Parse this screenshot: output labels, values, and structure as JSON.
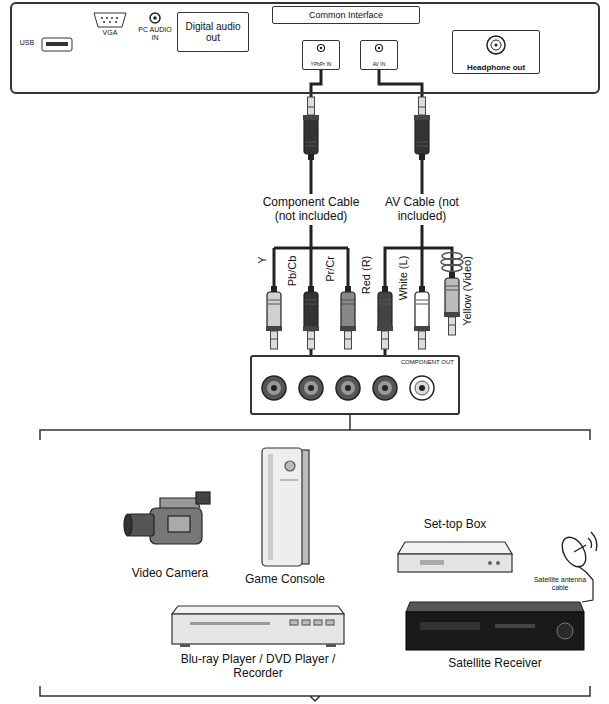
{
  "diagram": {
    "nodes": [
      {
        "text": [
          "USB",
          "VGA",
          "PC AUDIO IN"
        ]
      },
      {
        "text": [
          "Digital audio out"
        ],
        "in": 0
      },
      {
        "text": [
          "Common Interface"
        ],
        "in": 0
      },
      {
        "text": [
          "YPbPr IN"
        ],
        "in": 0
      },
      {
        "text": [
          "AV IN"
        ],
        "in": 0
      },
      {
        "text": [
          "Headphone out"
        ],
        "in": 0
      },
      {
        "text": [
          "COMPONENT OUT"
        ]
      }
    ],
    "edges": [
      {
        "from": 3,
        "to": 6,
        "arrow": "none",
        "label": "Component Cable (not included)"
      },
      {
        "from": 4,
        "to": 6,
        "arrow": "none",
        "label": "AV Cable (not included)"
      }
    ],
    "labels": [
      "Y",
      "Pb/Cb",
      "Pr/Cr",
      "Red (R)",
      "White (L)",
      "Yellow (Video)",
      "Video Camera",
      "Game Console",
      "Set-top Box",
      "Blu-ray Player / DVD Player / Recorder",
      "Satellite Receiver",
      "Satellite antenna cable"
    ]
  }
}
